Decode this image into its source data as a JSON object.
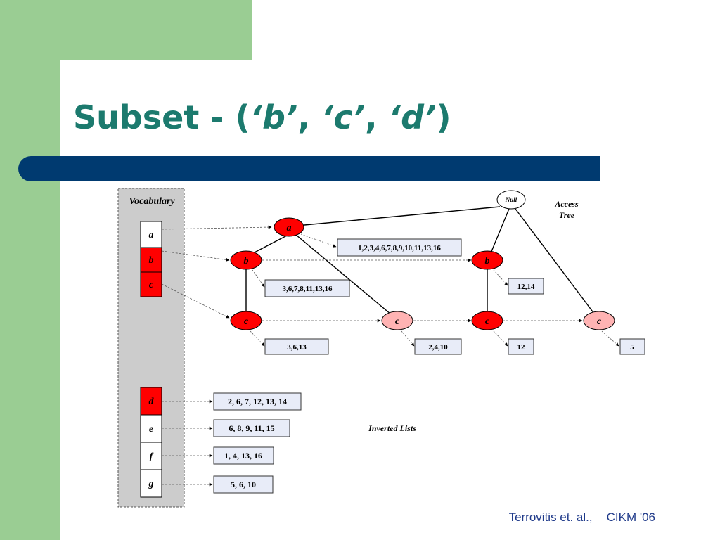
{
  "slide": {
    "title_prefix": "Subset - (",
    "title_b": "‘b’",
    "title_sep1": ", ",
    "title_c": "‘c’",
    "title_sep2": ", ",
    "title_d": "‘d’",
    "title_suffix": ")"
  },
  "footer": {
    "authors": "Terrovitis et. al.,",
    "venue": "CIKM '06"
  },
  "vocabulary": {
    "label": "Vocabulary",
    "items": [
      "a",
      "b",
      "c",
      "d",
      "e",
      "f",
      "g"
    ],
    "highlighted": [
      "b",
      "c",
      "d"
    ]
  },
  "access_tree": {
    "label_line1": "Access",
    "label_line2": "Tree",
    "root": "Null",
    "nodes": {
      "a": "a",
      "b1": "b",
      "c1": "c",
      "c2": "c",
      "b2": "b",
      "c3": "c",
      "c4": "c"
    },
    "lists": {
      "a": "1,2,3,4,6,7,8,9,10,11,13,16",
      "b1": "3,6,7,8,11,13,16",
      "c1": "3,6,13",
      "c2": "2,4,10",
      "b2": "12,14",
      "c3": "12",
      "c4": "5"
    }
  },
  "inverted_lists": {
    "label": "Inverted Lists",
    "d": "2, 6, 7, 12, 13, 14",
    "e": "6, 8, 9, 11, 15",
    "f": "1, 4, 13, 16",
    "g": "5, 6, 10"
  },
  "colors": {
    "green": "#9acd93",
    "title": "#1c7a6e",
    "bar": "#003a70",
    "node_red": "#ff0000",
    "node_pink": "#ffb3b3",
    "vocab_panel": "#cccccc",
    "list_box": "#e8ecf8",
    "footer": "#1f3a8a"
  }
}
